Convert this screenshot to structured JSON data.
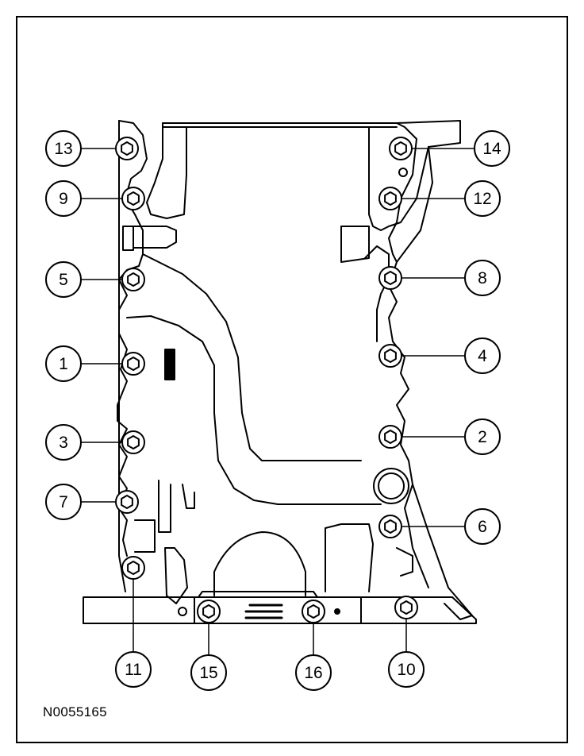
{
  "diagram": {
    "figure_id": "N0055165",
    "callouts": [
      "1",
      "2",
      "3",
      "4",
      "5",
      "6",
      "7",
      "8",
      "9",
      "10",
      "11",
      "12",
      "13",
      "14",
      "15",
      "16"
    ],
    "stroke_color": "#000000",
    "fill_color": "#ffffff"
  }
}
